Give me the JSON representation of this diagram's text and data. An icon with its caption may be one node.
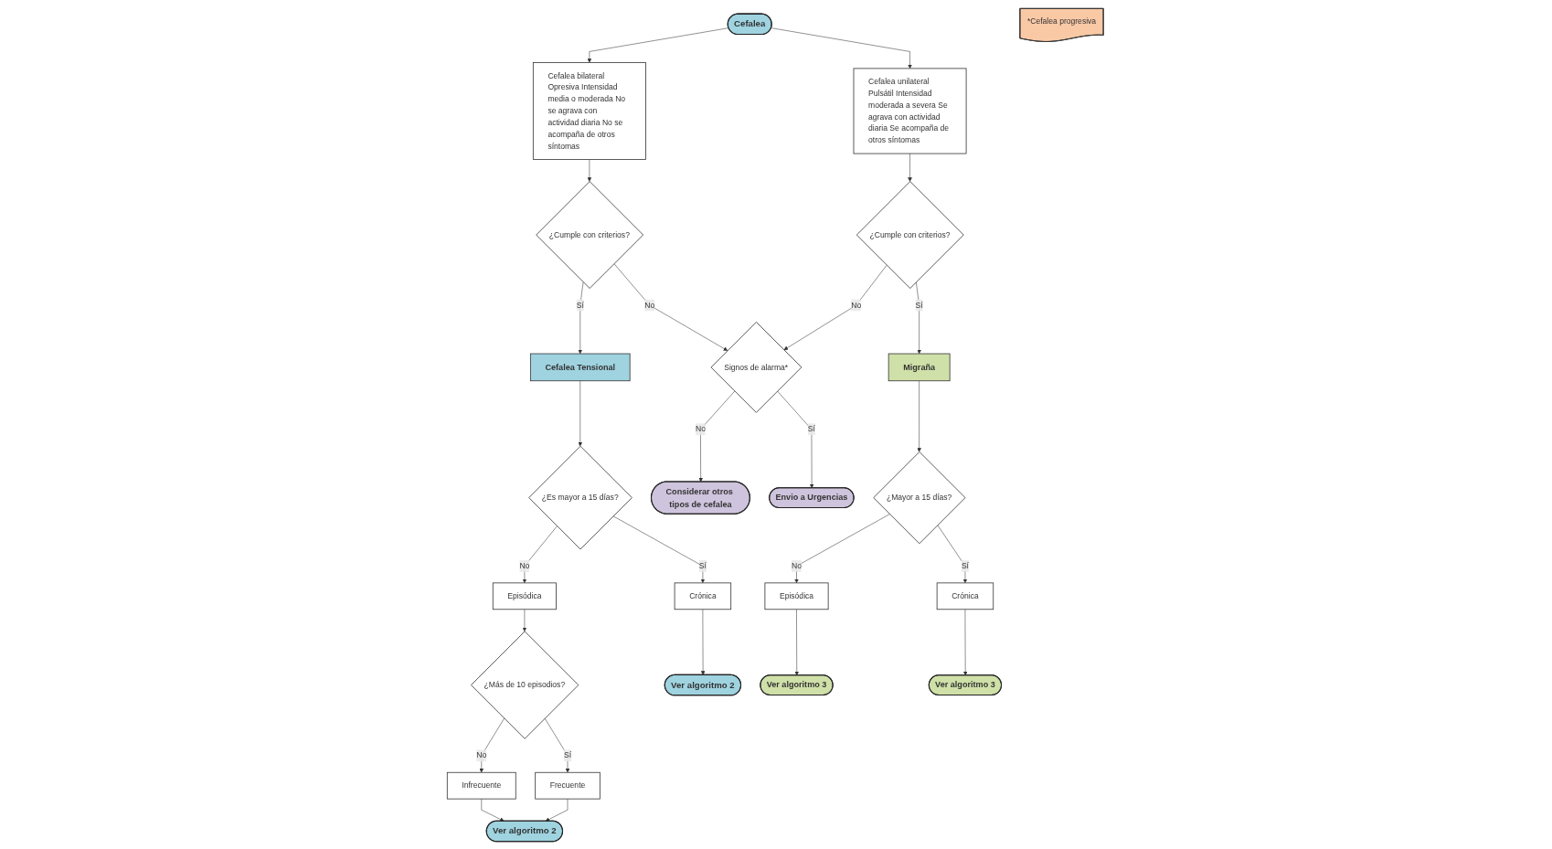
{
  "diagram": {
    "nodes": [
      {
        "text": [
          "Cefalea"
        ]
      },
      {
        "text": [
          "Cefalea bilateral Opresiva Intensidad media o moderada No se agrava con actividad diaria No se acompaña de otros síntomas"
        ]
      },
      {
        "text": [
          "Cefalea unilateral Pulsátil Intensidad moderada a severa Se agrava con actividad diaria Se acompaña de otros síntomas"
        ]
      },
      {
        "text": [
          "*Cefalea progresiva"
        ]
      },
      {
        "text": [
          "¿Cumple con criterios?"
        ]
      },
      {
        "text": [
          "Signos de alarma*"
        ]
      },
      {
        "text": [
          "¿Cumple con criterios?"
        ]
      },
      {
        "text": [
          "Cefalea Tensional"
        ]
      },
      {
        "text": [
          "Migraña"
        ]
      },
      {
        "text": [
          "Considerar otros tipos de cefalea"
        ]
      },
      {
        "text": [
          "Envio a Urgencias"
        ]
      },
      {
        "text": [
          "¿Es mayor a 15 días?"
        ]
      },
      {
        "text": [
          "Episódica"
        ]
      },
      {
        "text": [
          "Crónica"
        ]
      },
      {
        "text": [
          "¿Mayor a 15 días?"
        ]
      },
      {
        "text": [
          "Episódica"
        ]
      },
      {
        "text": [
          "Crónica"
        ]
      },
      {
        "text": [
          "¿Más de 10 episodios?"
        ]
      },
      {
        "text": [
          "Infrecuente"
        ]
      },
      {
        "text": [
          "Frecuente"
        ]
      },
      {
        "text": [
          "Ver algoritmo 2"
        ]
      },
      {
        "text": [
          "Ver algoritmo 2"
        ]
      },
      {
        "text": [
          "Ver algoritmo 3"
        ]
      },
      {
        "text": [
          "Ver algoritmo 3"
        ]
      }
    ],
    "edges": [
      {
        "from": 0,
        "to": 1,
        "arrow": "to"
      },
      {
        "from": 0,
        "to": 2,
        "arrow": "to"
      },
      {
        "from": 1,
        "to": 4,
        "arrow": "to"
      },
      {
        "from": 2,
        "to": 6,
        "arrow": "to"
      },
      {
        "from": 4,
        "to": 7,
        "arrow": "to",
        "label": "Sí"
      },
      {
        "from": 4,
        "to": 5,
        "arrow": "to",
        "label": "No"
      },
      {
        "from": 6,
        "to": 5,
        "arrow": "to",
        "label": "No"
      },
      {
        "from": 6,
        "to": 8,
        "arrow": "to",
        "label": "Sí"
      },
      {
        "from": 5,
        "to": 9,
        "arrow": "to",
        "label": "No"
      },
      {
        "from": 5,
        "to": 10,
        "arrow": "to",
        "label": "Sí"
      },
      {
        "from": 7,
        "to": 11,
        "arrow": "to"
      },
      {
        "from": 11,
        "to": 12,
        "arrow": "to",
        "label": "No"
      },
      {
        "from": 11,
        "to": 13,
        "arrow": "to",
        "label": "Sí"
      },
      {
        "from": 8,
        "to": 14,
        "arrow": "to"
      },
      {
        "from": 14,
        "to": 15,
        "arrow": "to",
        "label": "No"
      },
      {
        "from": 14,
        "to": 16,
        "arrow": "to",
        "label": "Sí"
      },
      {
        "from": 12,
        "to": 17,
        "arrow": "to"
      },
      {
        "from": 17,
        "to": 18,
        "arrow": "to",
        "label": "No"
      },
      {
        "from": 17,
        "to": 19,
        "arrow": "to",
        "label": "Sí"
      },
      {
        "from": 18,
        "to": 21,
        "arrow": "to"
      },
      {
        "from": 19,
        "to": 21,
        "arrow": "to"
      },
      {
        "from": 13,
        "to": 20,
        "arrow": "to"
      },
      {
        "from": 15,
        "to": 22,
        "arrow": "to"
      },
      {
        "from": 16,
        "to": 23,
        "arrow": "to"
      }
    ]
  }
}
